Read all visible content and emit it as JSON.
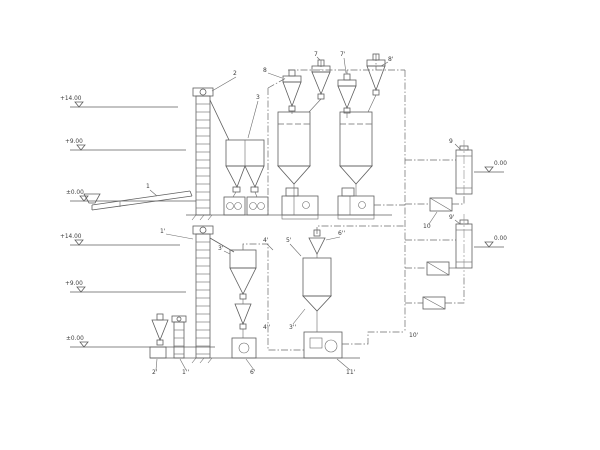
{
  "diagram": {
    "line_color": "#5f5f5f",
    "elevations": [
      {
        "label": "+14.00"
      },
      {
        "label": "+9.00"
      },
      {
        "label": "±0.00"
      },
      {
        "label": "+14.00"
      },
      {
        "label": "+9.00"
      },
      {
        "label": "±0.00"
      },
      {
        "label": "0.00"
      },
      {
        "label": "0.00"
      }
    ],
    "labels": [
      {
        "text": "1"
      },
      {
        "text": "2"
      },
      {
        "text": "3"
      },
      {
        "text": "8"
      },
      {
        "text": "7"
      },
      {
        "text": "7'"
      },
      {
        "text": "8'"
      },
      {
        "text": "9"
      },
      {
        "text": "9'"
      },
      {
        "text": "10"
      },
      {
        "text": "10'"
      },
      {
        "text": "1'"
      },
      {
        "text": "3'"
      },
      {
        "text": "4'"
      },
      {
        "text": "5'"
      },
      {
        "text": "6''"
      },
      {
        "text": "4''"
      },
      {
        "text": "3''"
      },
      {
        "text": "2'"
      },
      {
        "text": "1''"
      },
      {
        "text": "6'"
      },
      {
        "text": "11'"
      }
    ]
  }
}
